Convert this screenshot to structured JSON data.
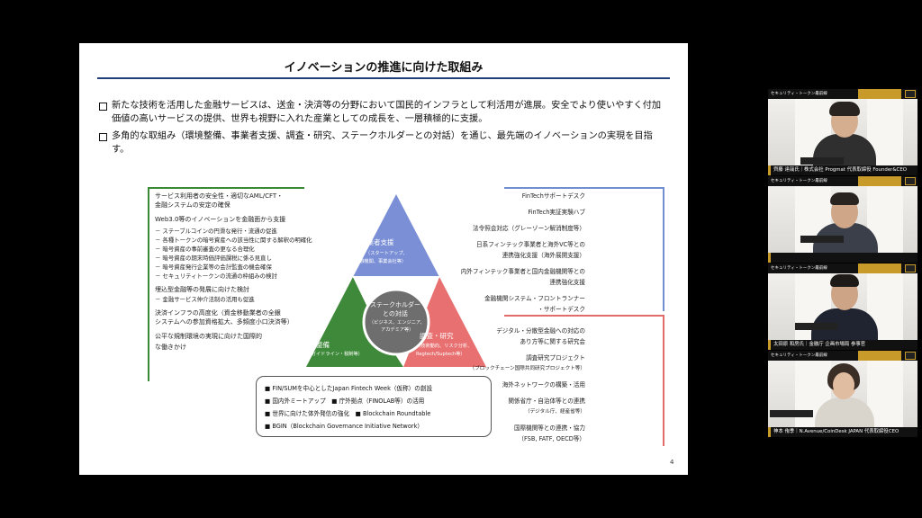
{
  "slide": {
    "title": "イノベーションの推進に向けた取組み",
    "bullet1": "新たな技術を活用した金融サービスは、送金・決済等の分野において国民的インフラとして利活用が進展。安全でより使いやすく付加価値の高いサービスの提供、世界も視野に入れた産業としての成長を、一層積極的に支援。",
    "bullet2": "多角的な取組み（環境整備、事業者支援、調査・研究、ステークホルダーとの対話）を通じ、最先端のイノベーションの実現を目指す。",
    "page_number": "4",
    "left_items": [
      {
        "text": "サービス利用者の安全性・適切なAML/CFT・",
        "heading": true
      },
      {
        "text": "金融システムの安定の確保",
        "heading": true
      },
      {
        "text": "Web3.0等のイノベーションを金融面から支援",
        "heading": true
      },
      {
        "text": "－ ステーブルコインの円滑な発行・流通の促進",
        "heading": false
      },
      {
        "text": "－ 各種トークンの暗号資産への該当性に関する解釈の明確化",
        "heading": false
      },
      {
        "text": "－ 暗号資産の事前審査の更なる合理化",
        "heading": false
      },
      {
        "text": "－ 暗号資産の期末時価評価課税に係る見直し",
        "heading": false
      },
      {
        "text": "－ 暗号資産発行企業等の会計監査の機会確保",
        "heading": false
      },
      {
        "text": "－ セキュリティトークンの流通の枠組みの検討",
        "heading": false
      },
      {
        "text": "埋込型金融等の発展に向けた検討",
        "heading": true
      },
      {
        "text": "－ 金融サービス仲介法制の活用も促進",
        "heading": false
      },
      {
        "text": "決済インフラの高度化（資金移動業者の全銀",
        "heading": true
      },
      {
        "text": "システムへの参加資格拡大、多頻度小口決済等）",
        "heading": true
      },
      {
        "text": "公平な規制環境の実現に向けた国際的",
        "heading": true
      },
      {
        "text": "な働きかけ",
        "heading": true
      }
    ],
    "right_top_items": [
      {
        "text": "FinTechサポートデスク",
        "small": false
      },
      {
        "text": "FinTech実証実験ハブ",
        "small": false
      },
      {
        "text": "法令照会対応（グレーゾーン解消制度等）",
        "small": false
      },
      {
        "text": "日系フィンテック事業者と海外VC等との",
        "small": false
      },
      {
        "text": "連携強化支援（海外展開支援）",
        "small": false
      },
      {
        "text": "内外フィンテック事業者と国内金融機関等との",
        "small": false
      },
      {
        "text": "連携強化支援",
        "small": false
      },
      {
        "text": "金融機関システム・フロントランナー",
        "small": false
      },
      {
        "text": "・サポートデスク",
        "small": false
      }
    ],
    "right_bottom_items": [
      {
        "text": "デジタル・分散型金融への対応の",
        "small": false
      },
      {
        "text": "あり方等に関する研究会",
        "small": false
      },
      {
        "text": "調査研究プロジェクト",
        "small": false
      },
      {
        "text": "（ブロックチェーン国際共同研究プロジェクト等）",
        "small": true
      },
      {
        "text": "海外ネットワークの構築・活用",
        "small": false
      },
      {
        "text": "関係省庁・自治体等との連携",
        "small": false
      },
      {
        "text": "（デジタル庁、経産省等）",
        "small": true
      },
      {
        "text": "国際機関等との連携・協力",
        "small": false
      },
      {
        "text": "（FSB, FATF, OECD等）",
        "small": false
      }
    ],
    "triangle": {
      "top_label": "事業者支援",
      "top_sub1": "（スタートアップ、",
      "top_sub2": "金融機関、事業会社等）",
      "left_label": "環境整備",
      "left_sub": "（法令・ガイドライン・税制等）",
      "right_label": "調査・研究",
      "right_sub1": "（技術動向、リスク分析、",
      "right_sub2": "Regtech/Suptech等）",
      "center1": "ステークホルダー",
      "center2": "との対話",
      "center_sub1": "（ビジネス、エンジニア、",
      "center_sub2": "アカデミア等）",
      "colors": {
        "top": "#7b8fd6",
        "left": "#3f8a3a",
        "right": "#e97070",
        "center": "#6e6e6e"
      }
    },
    "bottom_items": [
      "■ FIN/SUMを中心としたJapan Fintech Week（仮称）の創設",
      "■ 国内外ミートアップ　■ 庁外拠点（FINOLAB等）の活用",
      "■ 世界に向けた体外発信の強化　■ Blockchain Roundtable",
      "■ BGIN（Blockchain Governance Initiative Network）"
    ]
  },
  "participants": [
    {
      "caption": "齊藤 達哉氏｜株式会社 Progmat 代表取締役 Founder&CEO",
      "banner": "セキュリティ・トークン最前線"
    },
    {
      "caption": "",
      "banner": "セキュリティ・トークン最前線"
    },
    {
      "caption": "太田原 和房氏｜金融庁 企画市場局 参事官",
      "banner": "セキュリティ・トークン最前線"
    },
    {
      "caption": "神本 侑季｜N.Avenue/CoinDesk JAPAN 代表取締役CEO",
      "banner": "セキュリティ・トークン最前線"
    }
  ]
}
